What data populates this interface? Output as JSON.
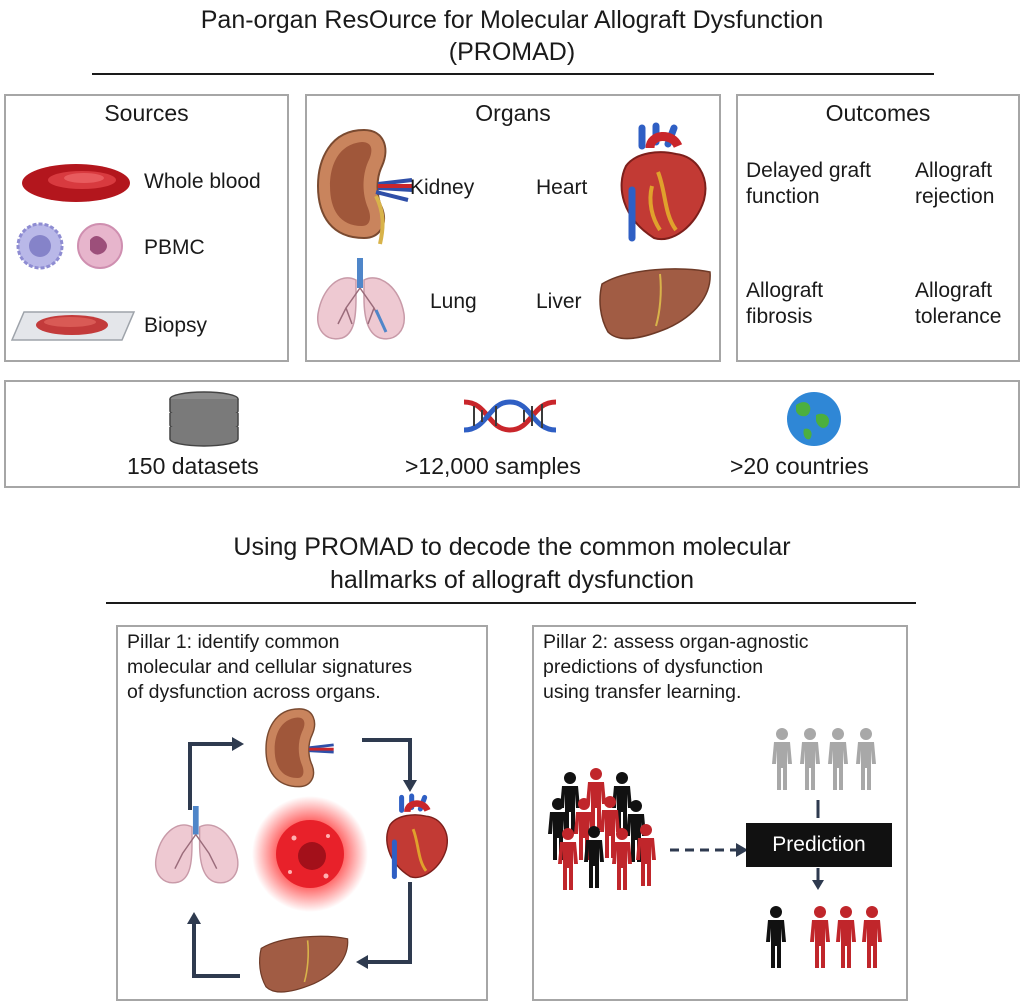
{
  "header": {
    "title_line1": "Pan-organ ResOurce for Molecular Allograft Dysfunction",
    "title_line2": "(PROMAD)"
  },
  "sources": {
    "heading": "Sources",
    "items": [
      "Whole blood",
      "PBMC",
      "Biopsy"
    ]
  },
  "organs": {
    "heading": "Organs",
    "items": [
      "Kidney",
      "Heart",
      "Lung",
      "Liver"
    ]
  },
  "outcomes": {
    "heading": "Outcomes",
    "items": [
      [
        "Delayed graft",
        "function"
      ],
      [
        "Allograft",
        "rejection"
      ],
      [
        "Allograft",
        "fibrosis"
      ],
      [
        "Allograft",
        "tolerance"
      ]
    ]
  },
  "stats": [
    "150 datasets",
    ">12,000 samples",
    ">20 countries"
  ],
  "section2": {
    "title_line1": "Using PROMAD to decode the common molecular",
    "title_line2": "hallmarks of allograft dysfunction"
  },
  "pillar1": {
    "lines": [
      "Pillar 1: identify common",
      "molecular and cellular signatures",
      "of dysfunction across organs."
    ]
  },
  "pillar2": {
    "lines": [
      "Pillar 2: assess organ-agnostic",
      "predictions of dysfunction",
      "using transfer learning."
    ],
    "prediction_label": "Prediction"
  },
  "colors": {
    "border": "#a6a6a6",
    "arrow": "#2e3a4f",
    "red": "#c0262b",
    "gray_person": "#a8a8a8"
  }
}
